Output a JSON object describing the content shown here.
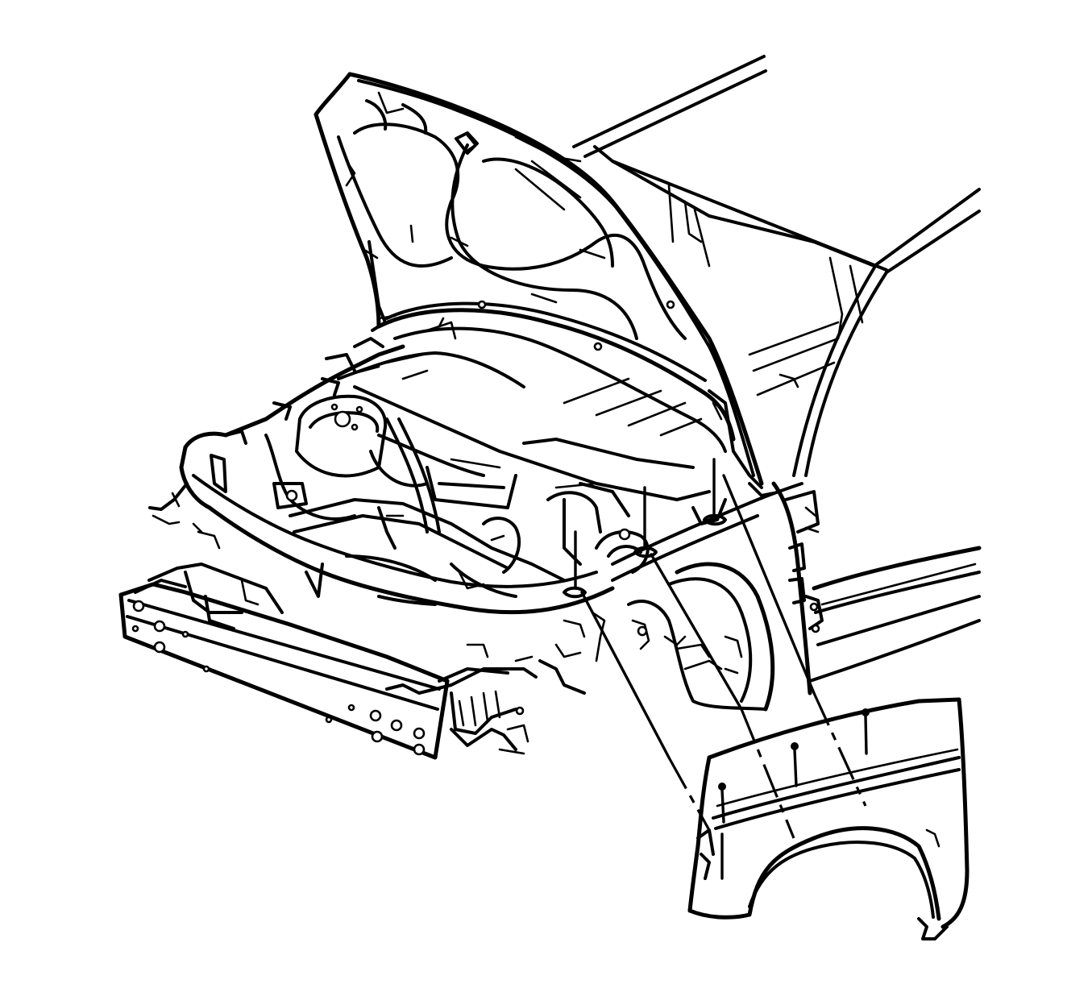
{
  "diagram": {
    "parts": [
      {
        "id": "hood",
        "icon": "hood-panel-icon"
      },
      {
        "id": "windshield-frame",
        "icon": "windshield-pillar-icon"
      },
      {
        "id": "engine-compartment",
        "icon": "engine-bay-icon"
      },
      {
        "id": "radiator-support",
        "icon": "radiator-support-icon"
      },
      {
        "id": "front-bumper-beam",
        "icon": "bumper-beam-icon"
      },
      {
        "id": "front-fender",
        "icon": "fender-panel-icon"
      },
      {
        "id": "fender-bolts",
        "icon": "bolt-icon",
        "count": 4
      },
      {
        "id": "door-sill",
        "icon": "rocker-sill-icon"
      }
    ],
    "colors": {
      "line": "#000000",
      "background": "#ffffff"
    }
  }
}
